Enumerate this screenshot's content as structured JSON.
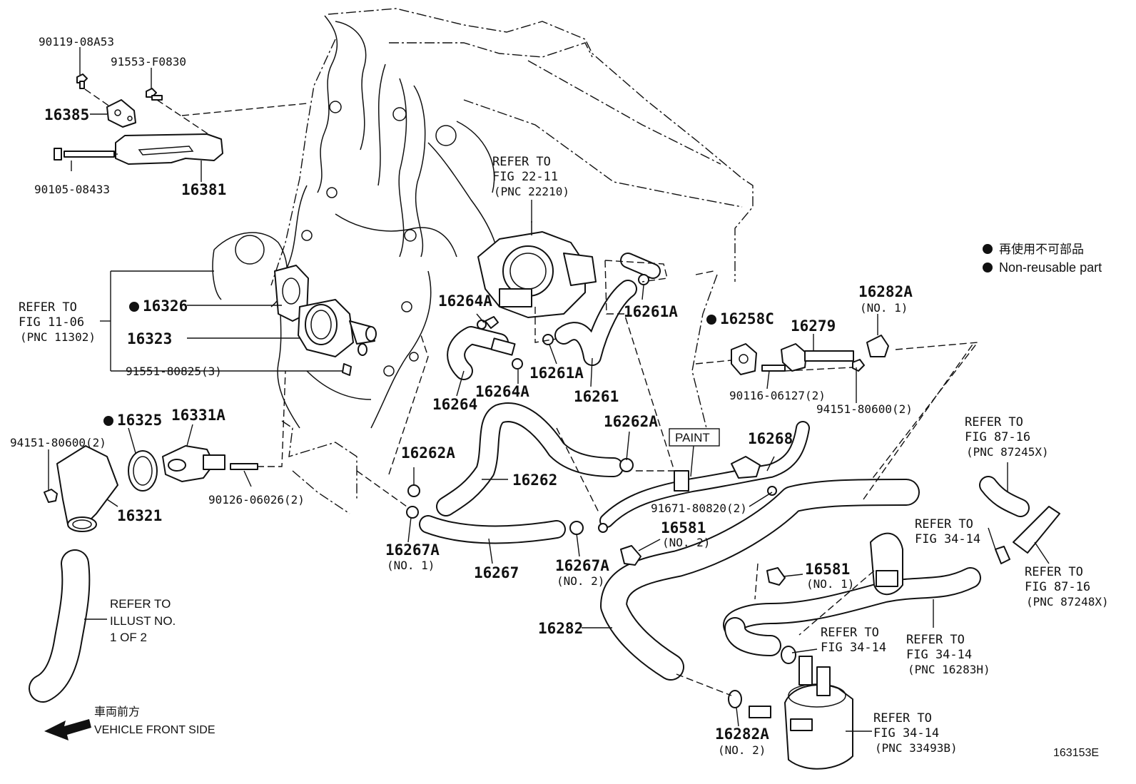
{
  "diagram_id": "163153E",
  "legend": {
    "reuse_jp": "再使用不可部品",
    "reuse_en": "Non-reusable part"
  },
  "front_side": {
    "jp": "車両前方",
    "en": "VEHICLE FRONT SIDE"
  },
  "paint_label": "PAINT",
  "parts": {
    "p90119": "90119-08A53",
    "p91553": "91553-F0830",
    "p16385": "16385",
    "p90105": "90105-08433",
    "p16381": "16381",
    "p16326": "16326",
    "p16323": "16323",
    "p91551": "91551-80825(3)",
    "p94151a": "94151-80600(2)",
    "p16325": "16325",
    "p16331A": "16331A",
    "p90126": "90126-06026(2)",
    "p16321": "16321",
    "p16264A_top": "16264A",
    "p16264": "16264",
    "p16264A_bot": "16264A",
    "p16261A_top": "16261A",
    "p16261A_bot": "16261A",
    "p16261": "16261",
    "p16258C": "16258C",
    "p16279": "16279",
    "p16282A_top": "16282A",
    "p16282A_top_no": "(NO. 1)",
    "p90116": "90116-06127(2)",
    "p94151b": "94151-80600(2)",
    "p16262A_top": "16262A",
    "p16262A_left": "16262A",
    "p16262": "16262",
    "p16268": "16268",
    "p91671": "91671-80820(2)",
    "p16267A_left": "16267A",
    "p16267A_left_no": "(NO. 1)",
    "p16267": "16267",
    "p16267A_right": "16267A",
    "p16267A_right_no": "(NO. 2)",
    "p16581_top": "16581",
    "p16581_top_no": "(NO. 2)",
    "p16581_bot": "16581",
    "p16581_bot_no": "(NO. 1)",
    "p16282": "16282",
    "p16282A_bot": "16282A",
    "p16282A_bot_no": "(NO. 2)"
  },
  "references": {
    "fig2211": {
      "l1": "REFER TO",
      "l2": "FIG 22-11",
      "l3": "(PNC 22210)"
    },
    "fig1106": {
      "l1": "REFER TO",
      "l2": "FIG 11-06",
      "l3": "(PNC 11302)"
    },
    "illust": {
      "l1": "REFER TO",
      "l2": "ILLUST NO.",
      "l3": "1 OF 2"
    },
    "fig8716a": {
      "l1": "REFER TO",
      "l2": "FIG 87-16",
      "l3": "(PNC 87245X)"
    },
    "fig3414a": {
      "l1": "REFER TO",
      "l2": "FIG 34-14"
    },
    "fig8716b": {
      "l1": "REFER TO",
      "l2": "FIG 87-16",
      "l3": "(PNC 87248X)"
    },
    "fig3414b": {
      "l1": "REFER TO",
      "l2": "FIG 34-14"
    },
    "fig3414c": {
      "l1": "REFER TO",
      "l2": "FIG 34-14",
      "l3": "(PNC 16283H)"
    },
    "fig3414d": {
      "l1": "REFER TO",
      "l2": "FIG 34-14",
      "l3": "(PNC 33493B)"
    }
  }
}
